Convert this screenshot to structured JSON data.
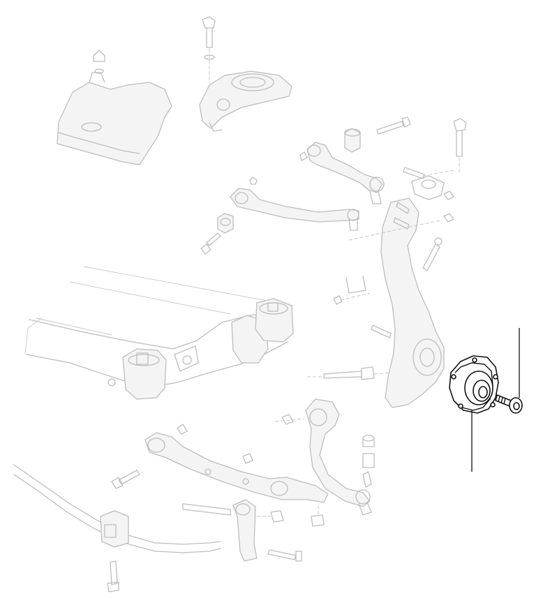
{
  "diagram": {
    "kind": "exploded parts diagram — front suspension",
    "highlighted_parts": [
      "wheel-hub-bearing",
      "hub-bolt"
    ],
    "colors": {
      "highlight": "#111111",
      "ghosted": "#bdbdbd",
      "background": "#ffffff"
    }
  }
}
